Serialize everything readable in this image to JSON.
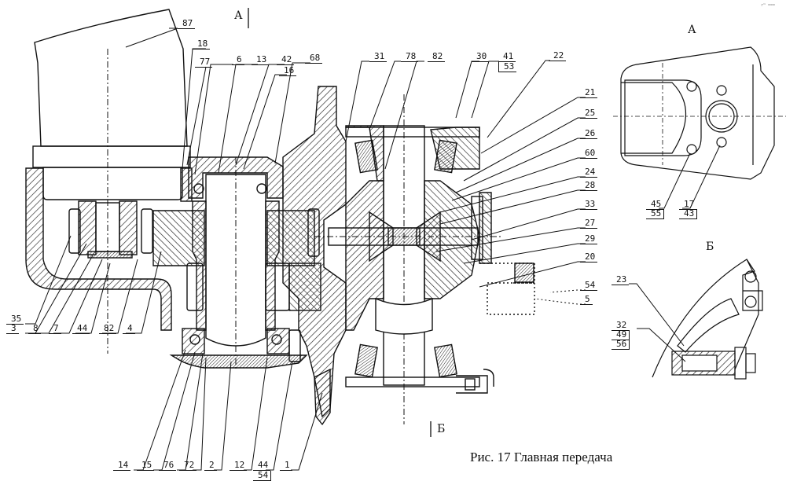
{
  "figure": {
    "caption": "Рис. 17 Главная передача",
    "stamp": "r™ ===",
    "view_markers": {
      "section_a_top": "А",
      "section_b_bottom": "Б",
      "view_a_title": "А",
      "view_b_title": "Б"
    }
  },
  "main_view_callouts": {
    "top": [
      "87",
      "18",
      "77",
      "6",
      "13",
      "42",
      "16",
      "68",
      "31",
      "78",
      "82",
      "30",
      "41/53",
      "22"
    ],
    "right": [
      "21",
      "25",
      "26",
      "60",
      "24",
      "28",
      "33",
      "27",
      "29",
      "20",
      "54",
      "5"
    ],
    "left_bottom": [
      "35",
      "3",
      "8",
      "7",
      "44",
      "82",
      "4"
    ],
    "bottom": [
      "14",
      "15",
      "76",
      "72",
      "2",
      "12",
      "44/54",
      "1"
    ]
  },
  "labels": {
    "l87": "87",
    "l18": "18",
    "l77": "77",
    "l6": "6",
    "l13": "13",
    "l42": "42",
    "l16": "16",
    "l68": "68",
    "l31": "31",
    "l78": "78",
    "l82a": "82",
    "l30": "30",
    "l41": "41",
    "l53": "53",
    "l22": "22",
    "l21": "21",
    "l25": "25",
    "l26": "26",
    "l60": "60",
    "l24": "24",
    "l28": "28",
    "l33": "33",
    "l27": "27",
    "l29": "29",
    "l20": "20",
    "l54r": "54",
    "l5": "5",
    "l35": "35",
    "l3": "3",
    "l8": "8",
    "l7": "7",
    "l44a": "44",
    "l82b": "82",
    "l4": "4",
    "l14": "14",
    "l15": "15",
    "l76": "76",
    "l72": "72",
    "l2": "2",
    "l12": "12",
    "l44b": "44",
    "l54b": "54",
    "l1": "1",
    "l45": "45",
    "l55": "55",
    "l17": "17",
    "l43": "43",
    "l23": "23",
    "l32": "32",
    "l49": "49",
    "l56": "56"
  },
  "view_a_callouts": [
    "45/55",
    "17/43"
  ],
  "view_b_callouts": [
    "23",
    "32/49/56"
  ]
}
